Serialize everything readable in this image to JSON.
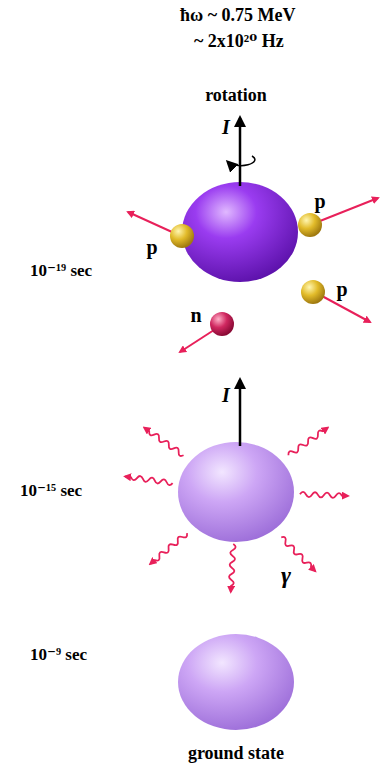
{
  "diagram": {
    "labels": [
      "ħω ~ 0.75 MeV",
      "~ 2x10²⁰ Hz",
      "rotation",
      "I",
      "p",
      "p",
      "p",
      "10⁻¹⁹ sec",
      "n",
      "I",
      "10⁻¹⁵ sec",
      "γ",
      "10⁻⁹ sec",
      "ground state"
    ]
  }
}
